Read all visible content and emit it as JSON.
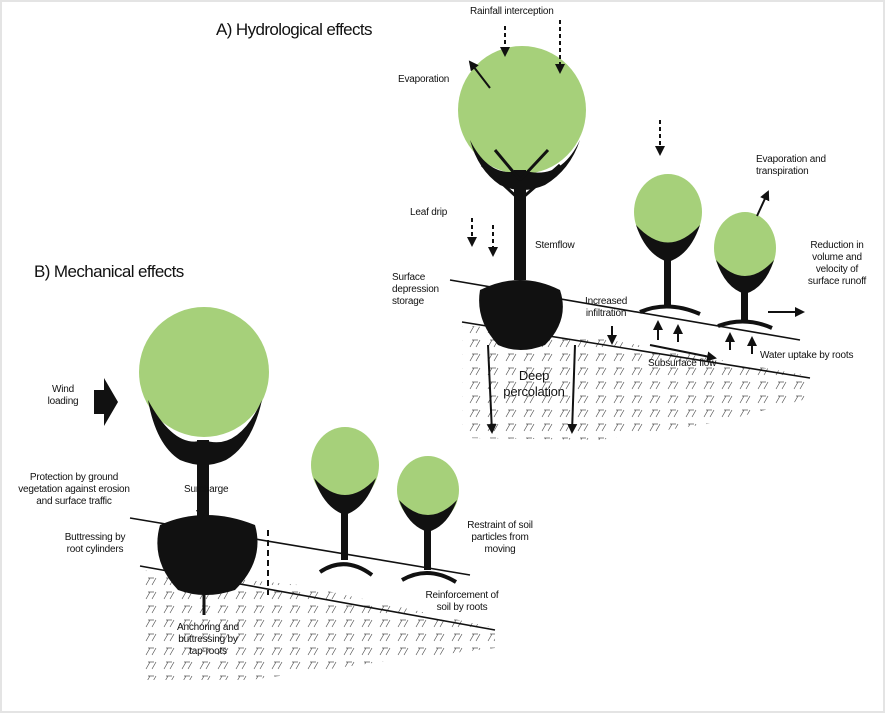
{
  "colors": {
    "foliage": "#a6d07a",
    "ink": "#111111",
    "frame": "#dcdcdc"
  },
  "section_a": {
    "title": "A) Hydrological effects",
    "labels": {
      "rainfall": "Rainfall interception",
      "evaporation": "Evaporation",
      "evap_transp": "Evaporation and\ntranspiration",
      "leaf_drip": "Leaf drip",
      "stemflow": "Stemflow",
      "reduction": "Reduction in\nvolume and\nvelocity of\nsurface runoff",
      "surface_depression": "Surface\ndepression\nstorage",
      "infiltration": "Increased\ninfiltration",
      "subsurface": "Subsurface flow",
      "water_uptake": "Water uptake by roots",
      "deep_perc": "Deep\npercolation"
    }
  },
  "section_b": {
    "title": "B) Mechanical effects",
    "labels": {
      "wind": "Wind\nloading",
      "protection": "Protection by ground\nvegetation against erosion\nand surface traffic",
      "surcharge": "Surcharge",
      "buttressing": "Buttressing by\nroot cylinders",
      "anchoring": "Anchoring and\nbuttressing by\ntap-roots",
      "restraint": "Restraint of soil\nparticles from\nmoving",
      "reinforcement": "Reinforcement of\nsoil by roots"
    }
  }
}
